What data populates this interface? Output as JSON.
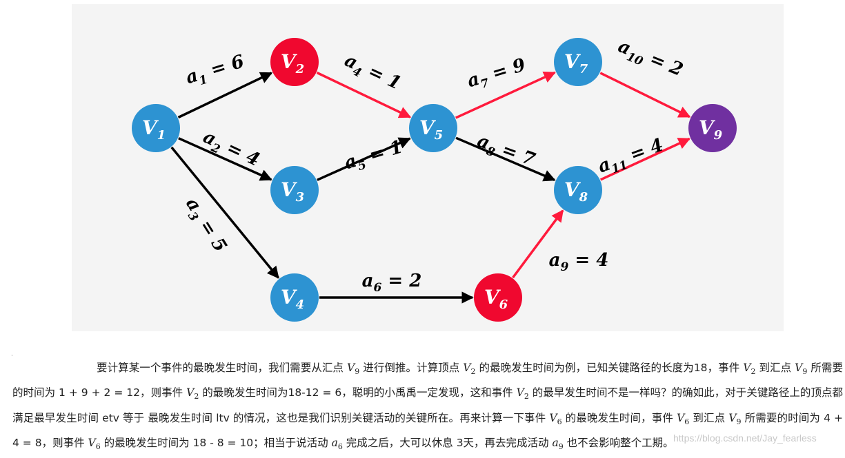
{
  "diagram": {
    "nodes": [
      {
        "id": "V1",
        "base": "V",
        "sub": "1",
        "color": "#2d93d2"
      },
      {
        "id": "V2",
        "base": "V",
        "sub": "2",
        "color": "#f0082f"
      },
      {
        "id": "V3",
        "base": "V",
        "sub": "3",
        "color": "#2d93d2"
      },
      {
        "id": "V4",
        "base": "V",
        "sub": "4",
        "color": "#2d93d2"
      },
      {
        "id": "V5",
        "base": "V",
        "sub": "5",
        "color": "#2d93d2"
      },
      {
        "id": "V6",
        "base": "V",
        "sub": "6",
        "color": "#f0082f"
      },
      {
        "id": "V7",
        "base": "V",
        "sub": "7",
        "color": "#2d93d2"
      },
      {
        "id": "V8",
        "base": "V",
        "sub": "8",
        "color": "#2d93d2"
      },
      {
        "id": "V9",
        "base": "V",
        "sub": "9",
        "color": "#7030a0"
      }
    ],
    "edges": [
      {
        "from": "V1",
        "to": "V2",
        "sub": "1",
        "value": "6",
        "critical": false
      },
      {
        "from": "V1",
        "to": "V3",
        "sub": "2",
        "value": "4",
        "critical": false
      },
      {
        "from": "V1",
        "to": "V4",
        "sub": "3",
        "value": "5",
        "critical": false
      },
      {
        "from": "V2",
        "to": "V5",
        "sub": "4",
        "value": "1",
        "critical": true
      },
      {
        "from": "V3",
        "to": "V5",
        "sub": "5",
        "value": "1",
        "critical": false
      },
      {
        "from": "V4",
        "to": "V6",
        "sub": "6",
        "value": "2",
        "critical": false
      },
      {
        "from": "V5",
        "to": "V7",
        "sub": "7",
        "value": "9",
        "critical": true
      },
      {
        "from": "V5",
        "to": "V8",
        "sub": "8",
        "value": "7",
        "critical": false
      },
      {
        "from": "V6",
        "to": "V8",
        "sub": "9",
        "value": "4",
        "critical": true
      },
      {
        "from": "V7",
        "to": "V9",
        "sub": "10",
        "value": "2",
        "critical": true
      },
      {
        "from": "V8",
        "to": "V9",
        "sub": "11",
        "value": "4",
        "critical": true
      }
    ],
    "colors": {
      "critical_edge": "#ff1a3c",
      "normal_edge": "#000000"
    }
  },
  "paragraph": {
    "runs": [
      {
        "t": "要计算某一个事件的最晚发生时间，我们需要从汇点 "
      },
      {
        "m": "V",
        "s": "9"
      },
      {
        "t": " 进行倒推。计算顶点 "
      },
      {
        "m": "V",
        "s": "2"
      },
      {
        "t": " 的最晚发生时间为例，已知关键路径的长度为18，事件 "
      },
      {
        "m": "V",
        "s": "2"
      },
      {
        "t": " 到汇点 "
      },
      {
        "m": "V",
        "s": "9"
      },
      {
        "t": " 所需要的时间为 1 + 9 + 2 = 12，则事件 "
      },
      {
        "m": "V",
        "s": "2"
      },
      {
        "t": " 的最晚发生时间为18-12 = 6，聪明的小禹禹一定发现，这和事件 "
      },
      {
        "m": "V",
        "s": "2"
      },
      {
        "t": " 的最早发生时间不是一样吗？的确如此，对于关键路径上的顶点都满足最早发生时间 etv 等于 最晚发生时间 ltv 的情况，这也是我们识别关键活动的关键所在。再来计算一下事件 "
      },
      {
        "m": "V",
        "s": "6"
      },
      {
        "t": " 的最晚发生时间，事件 "
      },
      {
        "m": "V",
        "s": "6"
      },
      {
        "t": " 到汇点 "
      },
      {
        "m": "V",
        "s": "9"
      },
      {
        "t": " 所需要的时间为 4 + 4 = 8，则事件 "
      },
      {
        "m": "V",
        "s": "6"
      },
      {
        "t": " 的最晚发生时间为 18 - 8 = 10；相当于说活动 "
      },
      {
        "m": "a",
        "s": "6"
      },
      {
        "t": " 完成之后，大可以休息 3天，再去完成活动 "
      },
      {
        "m": "a",
        "s": "9"
      },
      {
        "t": " 也不会影响整个工期。"
      }
    ]
  },
  "dot_mark": "·",
  "watermark": "https://blog.csdn.net/Jay_fearless"
}
